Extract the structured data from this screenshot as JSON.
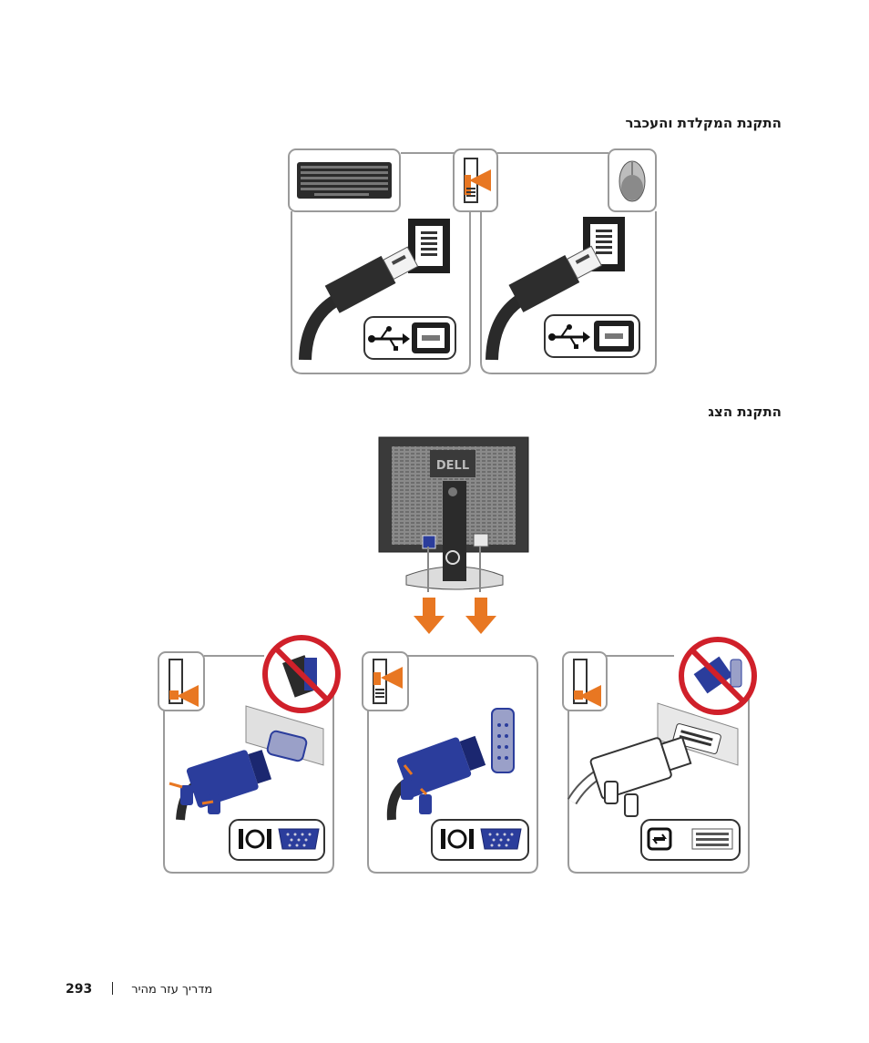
{
  "section_keyboard_mouse": {
    "title": "התקנת המקלדת והעכבר"
  },
  "section_display": {
    "title": "התקנת הצג"
  },
  "footer": {
    "page_number": "293",
    "guide_title": "מדריך עזר מהיר"
  },
  "monitor": {
    "logo_text": "DELL"
  },
  "icons": [
    "keyboard-icon",
    "mouse-icon",
    "computer-rear-port-icon",
    "usb-icon",
    "vga-icon",
    "dvi-icon",
    "prohibited-icon",
    "down-arrow-icon"
  ],
  "colors": {
    "accent_orange": "#e87722",
    "connector_blue": "#2b3d9c",
    "prohibited_red": "#d0202a",
    "panel_border": "#999999"
  }
}
